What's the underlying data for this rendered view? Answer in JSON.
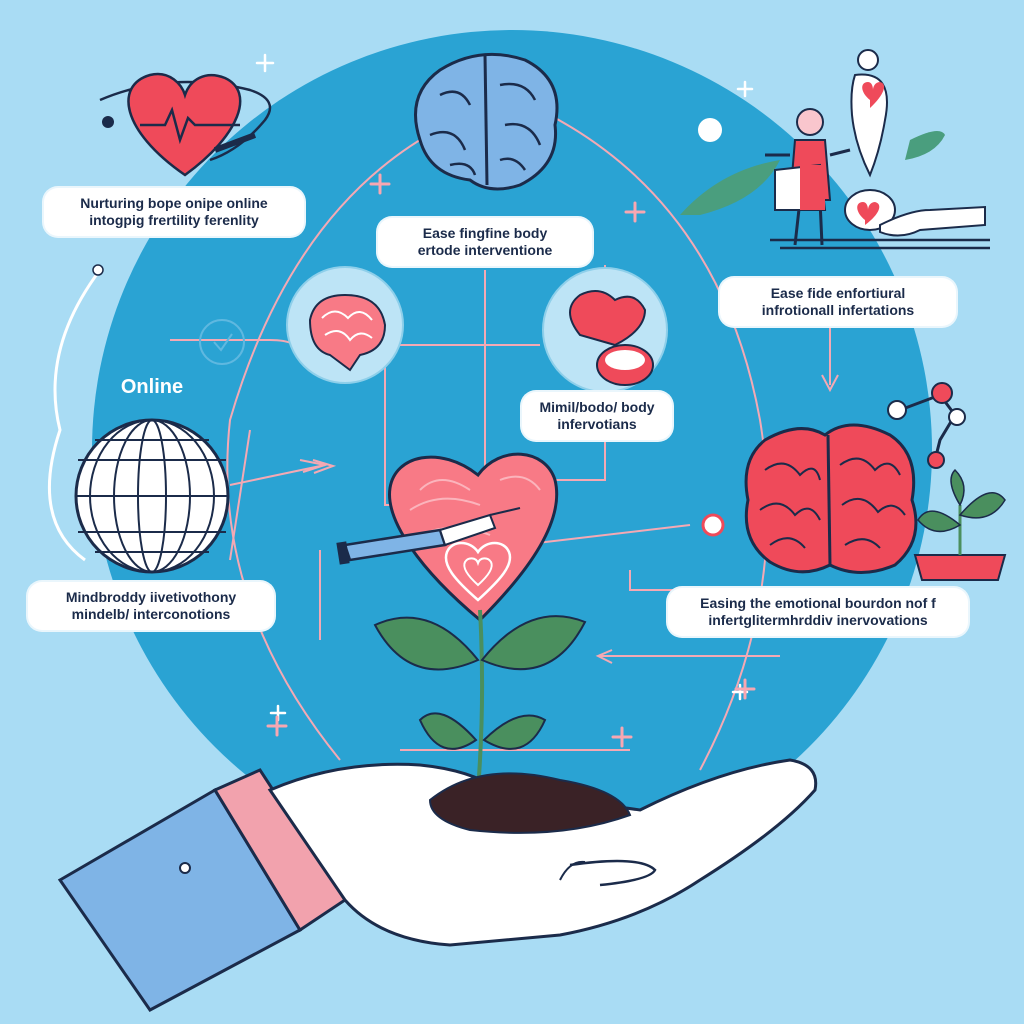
{
  "colors": {
    "background": "#a9dcf4",
    "circle": "#2aa3d3",
    "heart_red": "#ef4a5a",
    "heart_pink": "#f87a86",
    "leaf_green": "#4a8f5e",
    "soil": "#3a2226",
    "outline": "#1b2b4a",
    "sleeve": "#f2a2ad",
    "cuff": "#7fb4e6",
    "connector": "#f4a9b4"
  },
  "labels": {
    "top_left": {
      "line1": "Nurturing bope onipe online",
      "line2": "intogpig frertility ferenlity"
    },
    "top_center": {
      "line1": "Ease fingfine body",
      "line2": "ertode interventionе"
    },
    "right_top": {
      "line1": "Ease fide enfortiural",
      "line2": "infrotionall infertations"
    },
    "center_mid": {
      "line1": "Mimil/bodo/ body",
      "line2": "infervotians"
    },
    "left_bottom": {
      "line1": "Mindbroddy iivetivothony",
      "line2": "mindelb/ interconotions"
    },
    "right_bottom": {
      "line1": "Easing the emotional bourdon nof f",
      "line2": "infertglitermhrddiv inervovations"
    },
    "online": "Online"
  },
  "icons": [
    "heart-monitor-icon",
    "brain-icon",
    "people-care-icon",
    "globe-icon",
    "small-brain-icon",
    "hearts-cluster-icon",
    "big-heart-icon",
    "syringe-icon",
    "brain-red-icon",
    "plant-pot-icon",
    "molecule-icon",
    "hand-plant-icon"
  ]
}
